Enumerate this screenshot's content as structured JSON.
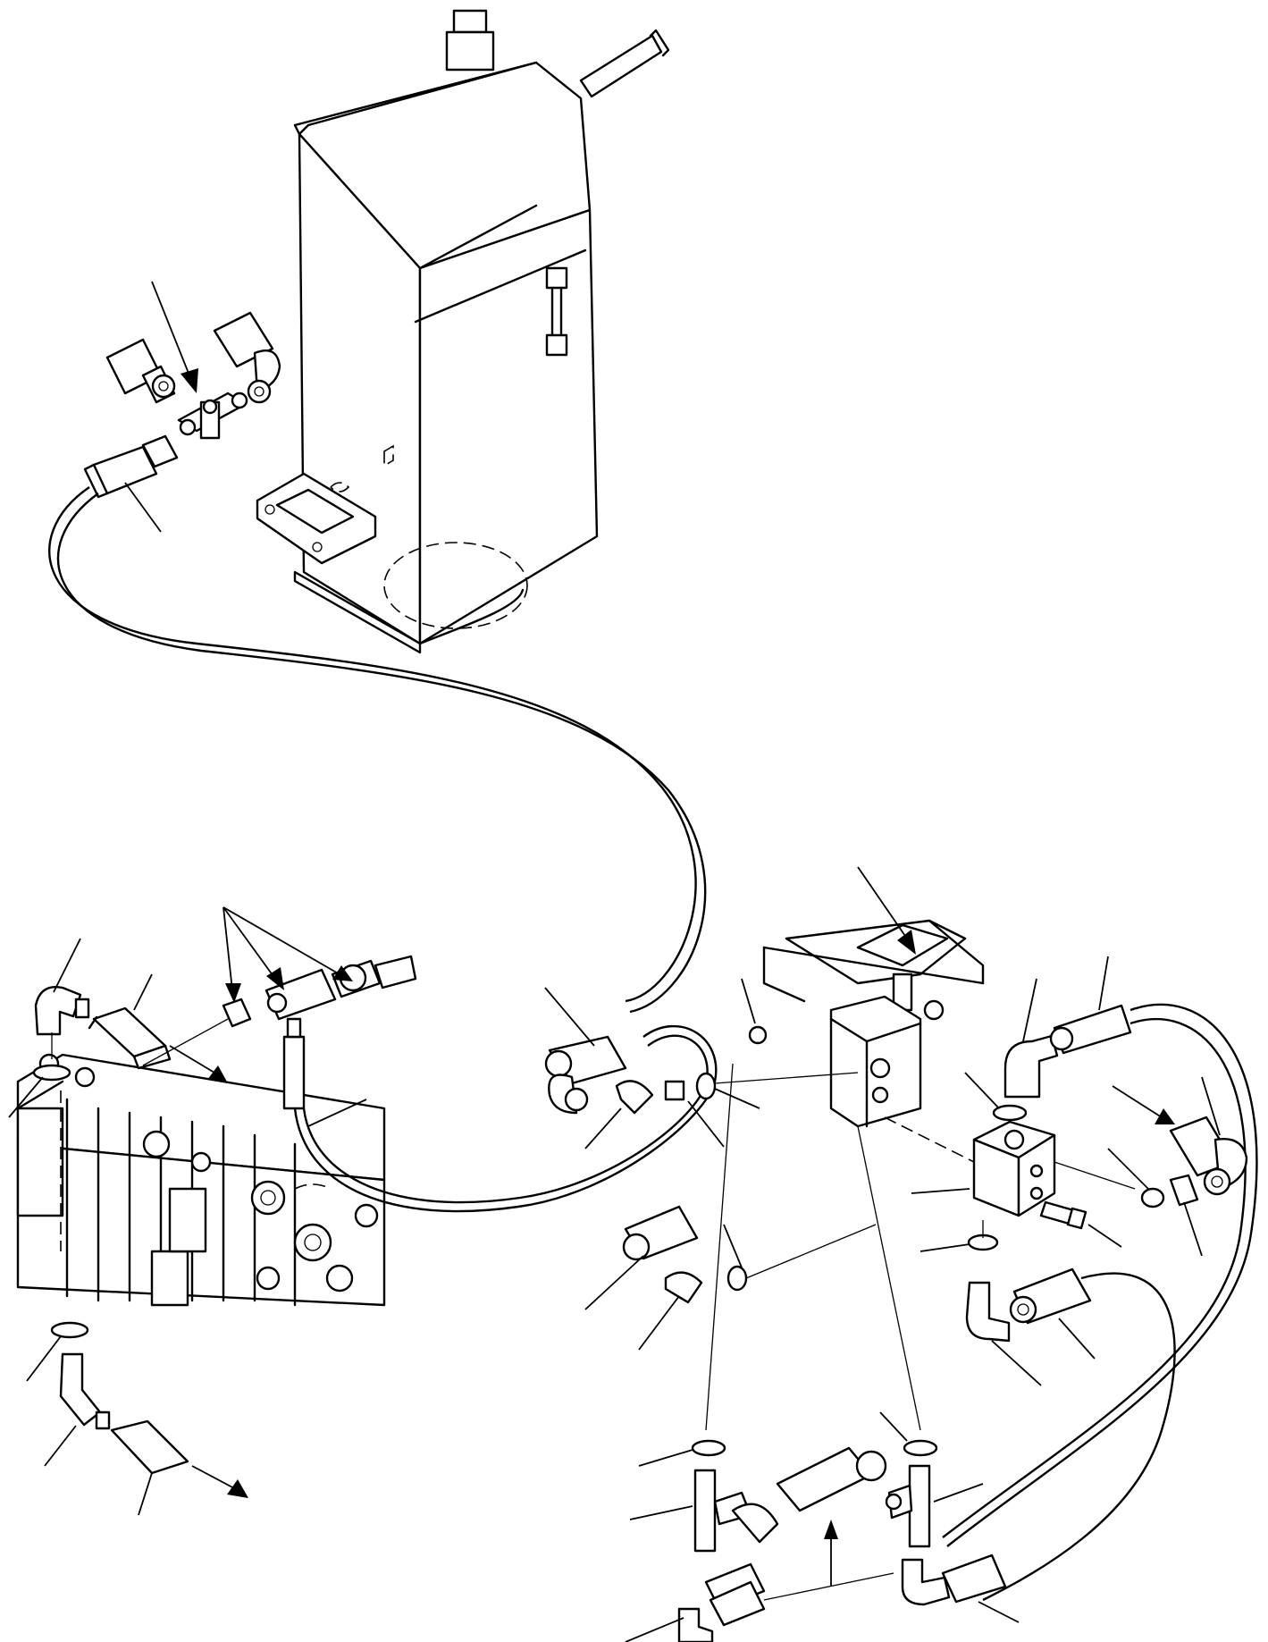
{
  "figure": {
    "kind": "exploded-parts-diagram",
    "callouts_printed": false,
    "components": [
      "hydraulic-tank",
      "cross-fitting",
      "control-valve-bank",
      "tee-fitting",
      "foot-pedal-valve",
      "valve-block",
      "elbow-fitting",
      "o-ring",
      "adapter-fitting",
      "hose"
    ]
  }
}
